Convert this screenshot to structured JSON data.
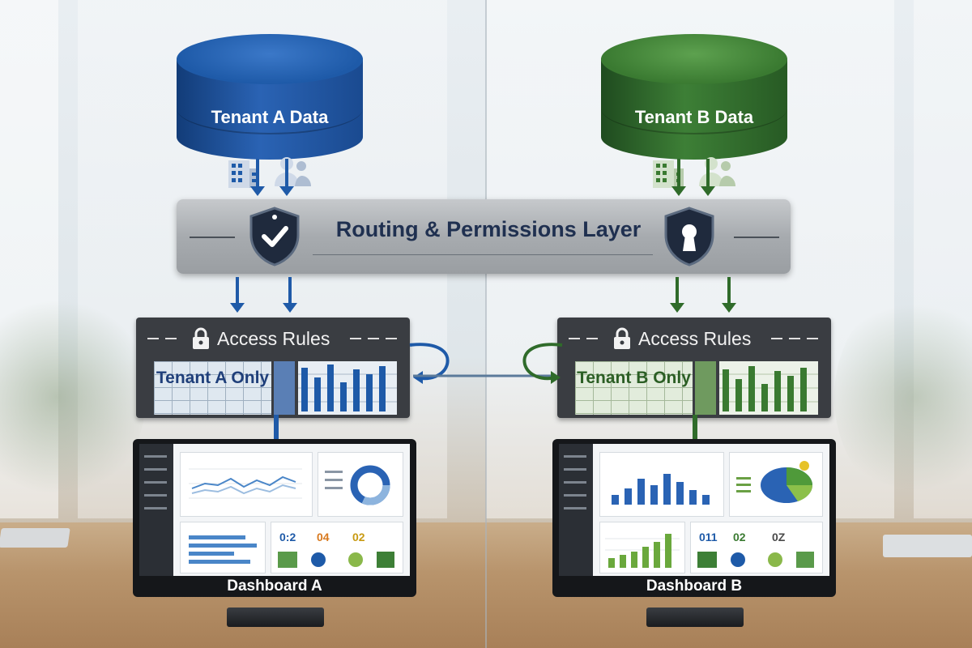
{
  "tenants": {
    "a": {
      "db_title": "Tenant A Data",
      "access_title": "Access Rules",
      "tenant_only": "Tenant A Only",
      "dashboard_label": "Dashboard A",
      "color": "#1e5aa8",
      "kpis": [
        "0:2",
        "04",
        "02"
      ]
    },
    "b": {
      "db_title": "Tenant B Data",
      "access_title": "Access Rules",
      "tenant_only": "Tenant B Only",
      "dashboard_label": "Dashboard B",
      "color": "#3a7a31",
      "kpis": [
        "011",
        "02",
        "0Z"
      ]
    }
  },
  "routing": {
    "title": "Routing & Permissions Layer"
  },
  "icons": {
    "db": [
      "building-icon",
      "users-icon"
    ],
    "routing": [
      "shield-check-icon",
      "shield-keyhole-icon"
    ],
    "access": "lock-icon"
  }
}
